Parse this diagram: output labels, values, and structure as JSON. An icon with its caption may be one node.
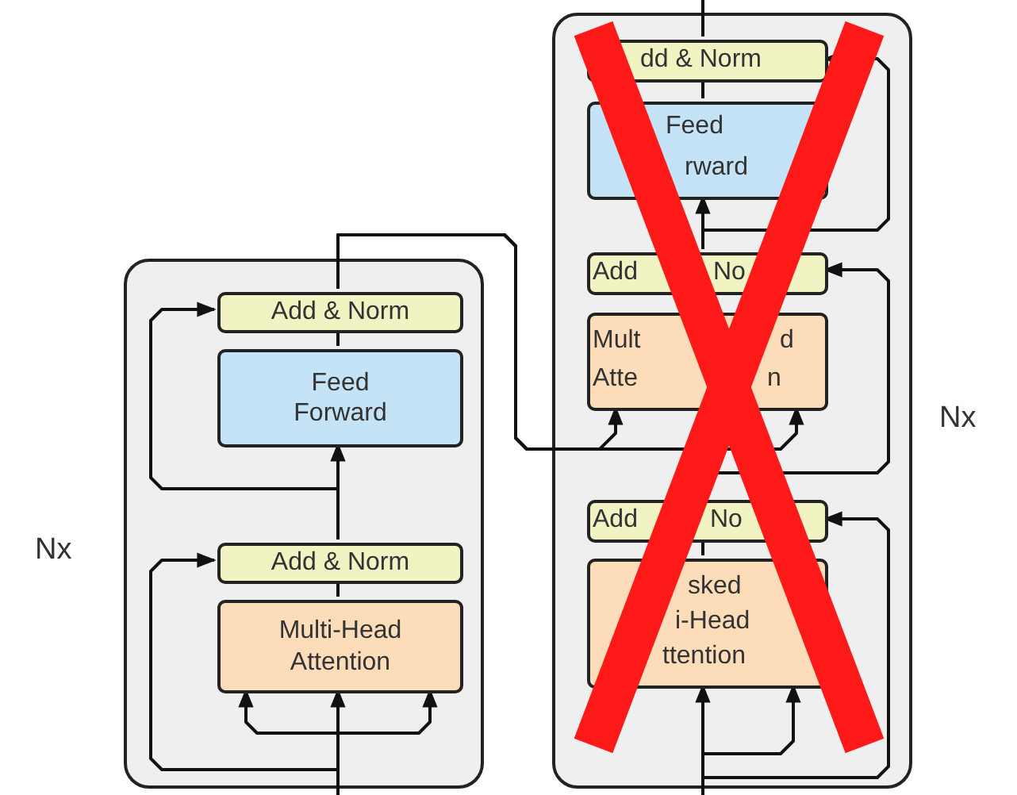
{
  "diagram": {
    "nodes": [
      {
        "text": [],
        "shape": "box",
        "beside": [
          "Nx"
        ]
      },
      {
        "text": [
          "Add & Norm"
        ],
        "in": 0
      },
      {
        "text": [
          "Feed Forward"
        ],
        "in": 0
      },
      {
        "text": [
          "Add & Norm"
        ],
        "in": 0
      },
      {
        "text": [
          "Multi-Head Attention"
        ],
        "in": 0
      },
      {
        "text": [],
        "shape": "box",
        "beside": [
          "Nx"
        ]
      },
      {
        "text": [
          "dd & Norm"
        ],
        "in": 5
      },
      {
        "text": [
          "Feed",
          "rward"
        ],
        "in": 5
      },
      {
        "text": [
          "Add",
          "No"
        ],
        "in": 5
      },
      {
        "text": [
          "Mult",
          "d",
          "Atte",
          "n"
        ],
        "in": 5
      },
      {
        "text": [
          "Add",
          "No"
        ],
        "in": 5
      },
      {
        "text": [
          "sked",
          "i-Head",
          "ttention"
        ],
        "in": 5
      }
    ],
    "edges": [
      {
        "from": null,
        "to": 4,
        "arrow": "to"
      },
      {
        "from": null,
        "to": 4,
        "arrow": "to"
      },
      {
        "from": null,
        "to": 4,
        "arrow": "to"
      },
      {
        "from": null,
        "to": 3,
        "arrow": "to"
      },
      {
        "from": 4,
        "to": 3,
        "arrow": "none"
      },
      {
        "from": 3,
        "to": 2,
        "arrow": "to"
      },
      {
        "from": 3,
        "to": 1,
        "arrow": "to"
      },
      {
        "from": 2,
        "to": 1,
        "arrow": "none"
      },
      {
        "from": 1,
        "to": 9,
        "arrow": "to"
      },
      {
        "from": 1,
        "to": 9,
        "arrow": "to"
      },
      {
        "from": null,
        "to": 11,
        "arrow": "to"
      },
      {
        "from": null,
        "to": 11,
        "arrow": "to"
      },
      {
        "from": null,
        "to": 10,
        "arrow": "to"
      },
      {
        "from": 11,
        "to": 10,
        "arrow": "none"
      },
      {
        "from": 10,
        "to": 8,
        "arrow": "to"
      },
      {
        "from": 8,
        "to": 7,
        "arrow": "to"
      },
      {
        "from": 8,
        "to": 6,
        "arrow": "to"
      },
      {
        "from": 7,
        "to": 6,
        "arrow": "none"
      },
      {
        "from": 6,
        "to": null,
        "arrow": "none"
      }
    ]
  }
}
